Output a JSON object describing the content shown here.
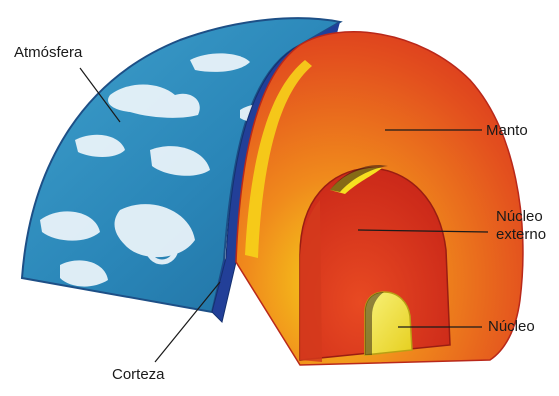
{
  "labels": {
    "atmosphere": "Atmósfera",
    "mantle": "Manto",
    "outer_core_line1": "Núcleo",
    "outer_core_line2": "externo",
    "inner_core": "Núcleo",
    "crust": "Corteza"
  },
  "colors": {
    "ocean_blue": "#2a86b8",
    "cloud_white": "#eef6fb",
    "crust_band": "#1f3f9a",
    "mantle_red": "#d8301f",
    "mantle_orange": "#f08a1c",
    "mantle_yellow": "#f6d21a",
    "outer_core_red": "#cf2b1c",
    "inner_core_yellow": "#f2ea35",
    "leader_line": "#1a1a1a"
  }
}
